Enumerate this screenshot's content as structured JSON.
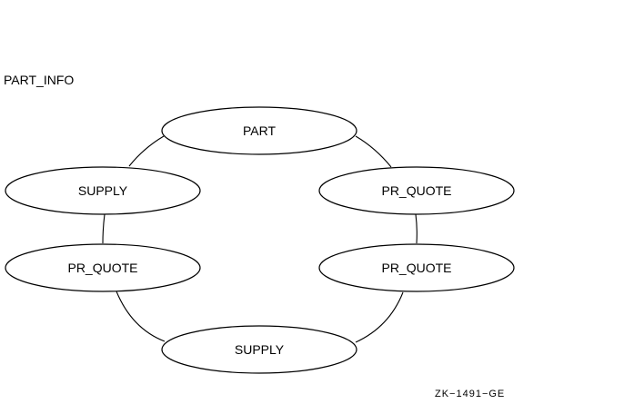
{
  "diagram": {
    "title": "PART_INFO",
    "figure_id": "ZK−1491−GE",
    "nodes": {
      "part": "PART",
      "supply_left": "SUPPLY",
      "pr_quote_right_top": "PR_QUOTE",
      "pr_quote_left": "PR_QUOTE",
      "pr_quote_right_bottom": "PR_QUOTE",
      "supply_bottom": "SUPPLY"
    },
    "colors": {
      "stroke": "#000000",
      "background": "#ffffff"
    }
  }
}
